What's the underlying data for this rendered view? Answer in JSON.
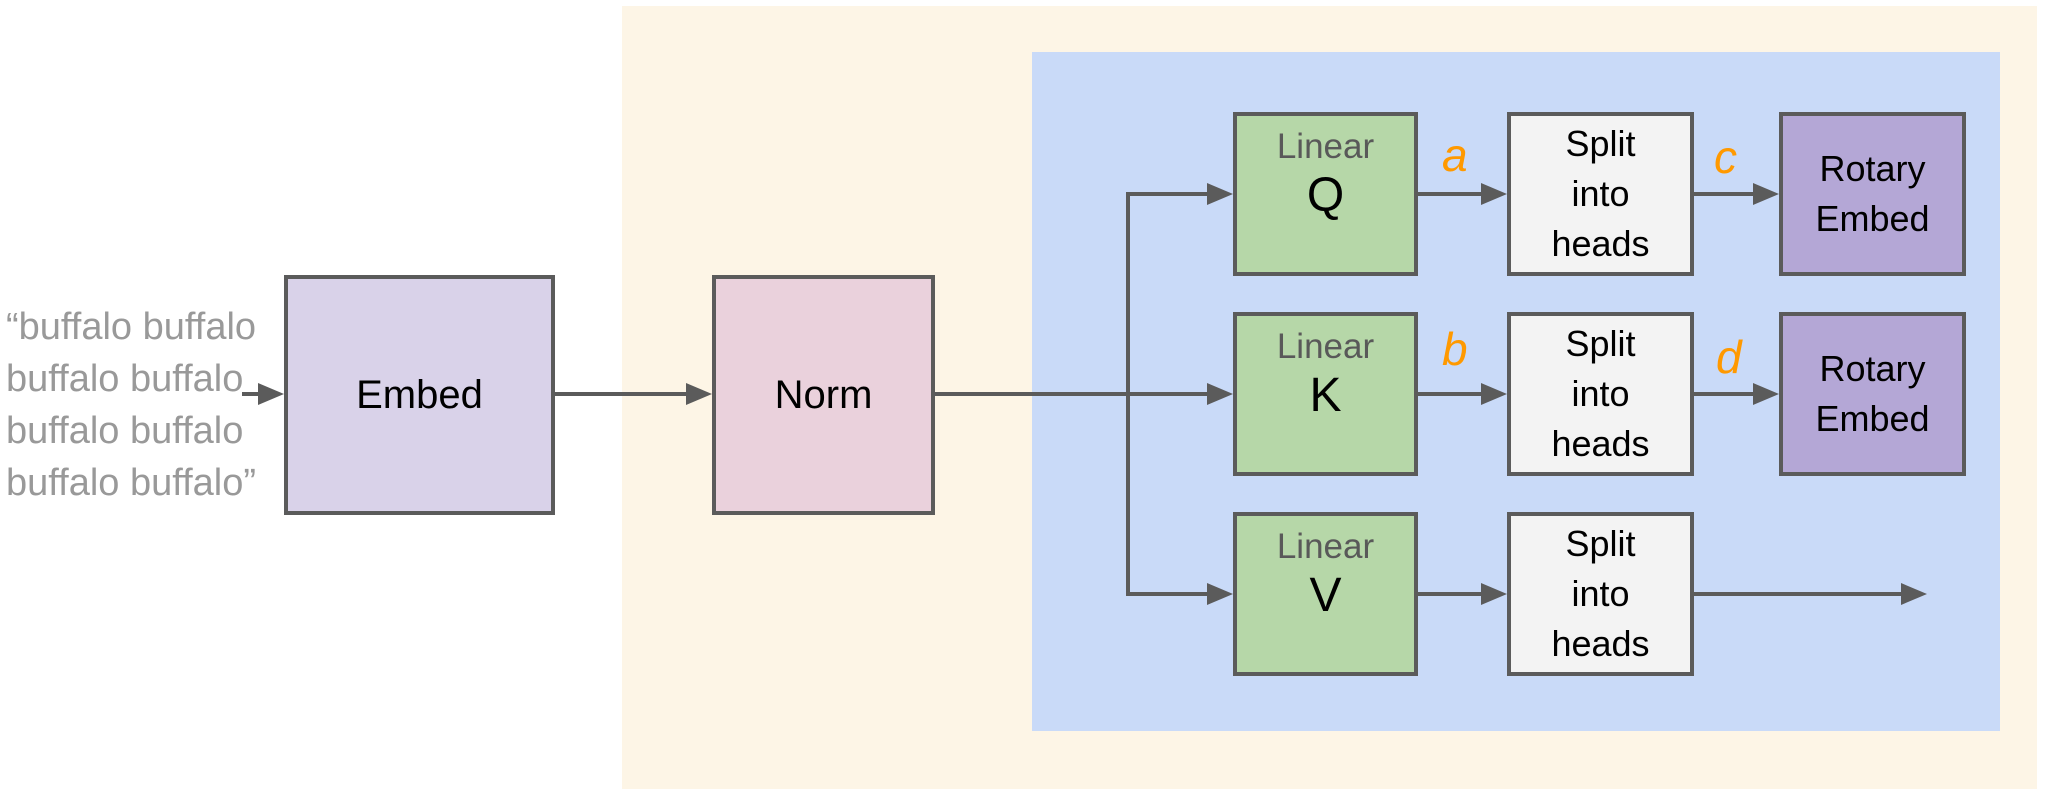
{
  "diagram": {
    "input_text": {
      "lines": [
        "“buffalo buffalo",
        "buffalo buffalo",
        "buffalo buffalo",
        "buffalo buffalo”"
      ]
    },
    "blocks": {
      "embed": {
        "label": "Embed"
      },
      "norm": {
        "label": "Norm"
      },
      "linear_q": {
        "sublabel": "Linear",
        "label": "Q"
      },
      "linear_k": {
        "sublabel": "Linear",
        "label": "K"
      },
      "linear_v": {
        "sublabel": "Linear",
        "label": "V"
      },
      "split_q": {
        "lines": [
          "Split",
          "into",
          "heads"
        ]
      },
      "split_k": {
        "lines": [
          "Split",
          "into",
          "heads"
        ]
      },
      "split_v": {
        "lines": [
          "Split",
          "into",
          "heads"
        ]
      },
      "rotary_q": {
        "lines": [
          "Rotary",
          "Embed"
        ]
      },
      "rotary_k": {
        "lines": [
          "Rotary",
          "Embed"
        ]
      }
    },
    "edge_labels": {
      "a": "a",
      "b": "b",
      "c": "c",
      "d": "d"
    },
    "colors": {
      "canvas_bg": "#FFFFFF",
      "outer_panel": "#FDF5E6",
      "inner_panel": "#C9DAF8",
      "embed_fill": "#D9D2E9",
      "norm_fill": "#EAD1DC",
      "linear_fill": "#B6D7A8",
      "split_fill": "#F3F3F3",
      "rotary_fill": "#B4A7D6",
      "border_gray": "#5B5B5B",
      "line_color": "#5B5B5B",
      "label_orange": "#FF9900",
      "text_gray": "#999999",
      "sublabel_gray": "#595959",
      "text_black": "#000000"
    }
  }
}
